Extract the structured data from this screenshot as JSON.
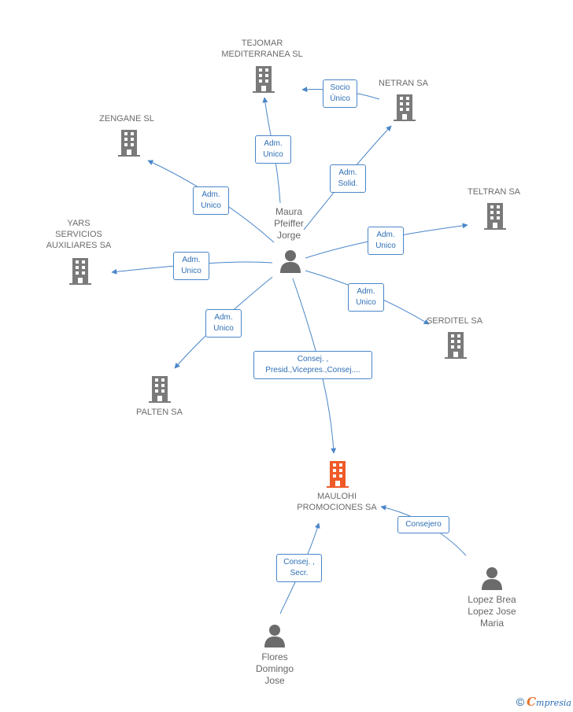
{
  "nodes": {
    "tejomar": {
      "label": "TEJOMAR\nMEDITERRANEA SL",
      "icon": "building-icon",
      "color": "#7a7a7a"
    },
    "netran": {
      "label": "NETRAN SA",
      "icon": "building-icon",
      "color": "#7a7a7a"
    },
    "zengane": {
      "label": "ZENGANE SL",
      "icon": "building-icon",
      "color": "#7a7a7a"
    },
    "teltran": {
      "label": "TELTRAN SA",
      "icon": "building-icon",
      "color": "#7a7a7a"
    },
    "yars": {
      "label": "YARS\nSERVICIOS\nAUXILIARES SA",
      "icon": "building-icon",
      "color": "#7a7a7a"
    },
    "serditel": {
      "label": "SERDITEL SA",
      "icon": "building-icon",
      "color": "#7a7a7a"
    },
    "palten": {
      "label": "PALTEN SA",
      "icon": "building-icon",
      "color": "#7a7a7a"
    },
    "maulohi": {
      "label": "MAULOHI\nPROMOCIONES SA",
      "icon": "building-icon",
      "color": "#f05a28"
    },
    "maura": {
      "label": "Maura\nPfeiffer\nJorge",
      "icon": "person-icon",
      "color": "#6b6b6b"
    },
    "lopez": {
      "label": "Lopez Brea\nLopez Jose\nMaria",
      "icon": "person-icon",
      "color": "#6b6b6b"
    },
    "flores": {
      "label": "Flores\nDomingo\nJose",
      "icon": "person-icon",
      "color": "#6b6b6b"
    }
  },
  "edges": {
    "maura_tejomar": "Adm.\nUnico",
    "netran_tejomar": "Socio\nÚnico",
    "maura_netran": "Adm.\nSolid.",
    "maura_zengane": "Adm.\nUnico",
    "maura_teltran": "Adm.\nUnico",
    "maura_yars": "Adm.\nUnico",
    "maura_serditel": "Adm.\nUnico",
    "maura_palten": "Adm.\nUnico",
    "maura_maulohi": "Consej. ,\nPresid.,Vicepres.,Consej....",
    "lopez_maulohi": "Consejero",
    "flores_maulohi": "Consej. ,\nSecr."
  },
  "colors": {
    "edge": "#4a86c8",
    "building": "#7a7a7a",
    "highlight": "#f05a28"
  },
  "footer": {
    "copyright": "©",
    "brand_first": "C",
    "brand_rest": "mpresia"
  }
}
